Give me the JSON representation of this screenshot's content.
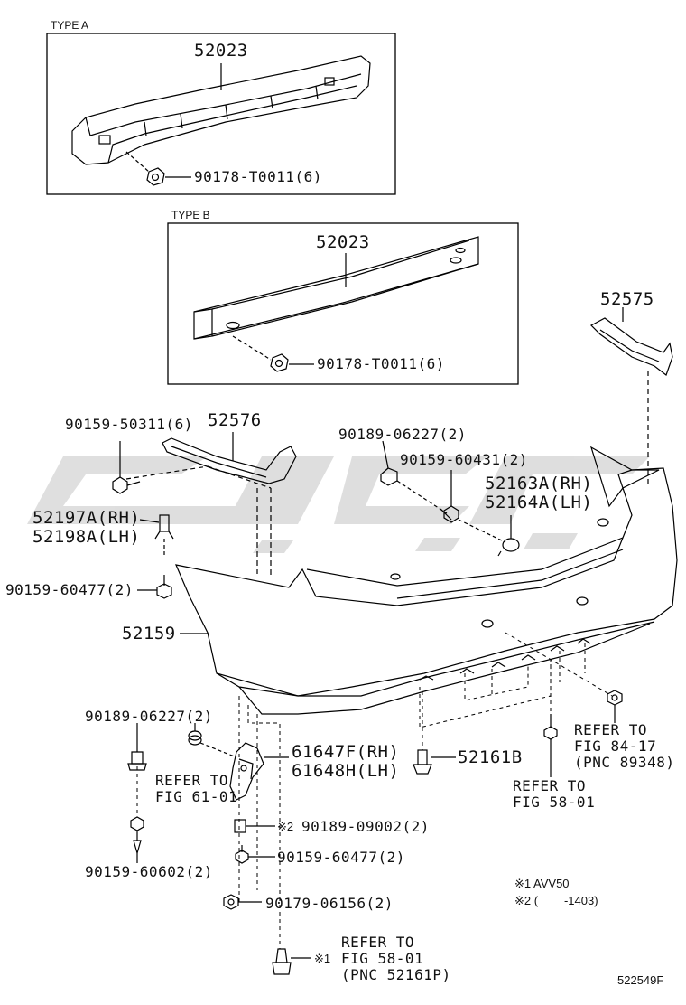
{
  "type_a": {
    "title": "TYPE A",
    "part": "52023",
    "fastener": "90178-T0011(6)"
  },
  "type_b": {
    "title": "TYPE B",
    "part": "52023",
    "fastener": "90178-T0011(6)"
  },
  "labels": {
    "bracket_rh": "52575",
    "bracket_lh": "52576",
    "screw_left_top": "90159-50311(6)",
    "retainer_pair": "52197A(RH)\n52198A(LH)",
    "screw_left_mid": "90159-60477(2)",
    "bumper_cover": "52159",
    "clip_top": "90189-06227(2)",
    "screw_center": "90159-60431(2)",
    "cover_pair": "52163A(RH)\n52164A(LH)",
    "clip_bottom_left": "90189-06227(2)",
    "bracket_pair": "61647F(RH)\n61648H(LH)",
    "refer_61": "REFER TO\nFIG 61-01",
    "grommet_note": "90189-09002(2)",
    "screw_bottom_left": "90159-60602(2)",
    "screw_bottom_mid": "90159-60477(2)",
    "nut_bottom": "90179-06156(2)",
    "clip_52161b": "52161B",
    "refer_58_mid": "REFER TO\nFIG 58-01",
    "refer_84": "REFER TO\nFIG 84-17\n(PNC 89348)",
    "refer_58_bottom": "REFER TO\nFIG 58-01\n(PNC 52161P)",
    "mark_1": "※1",
    "mark_2": "※2"
  },
  "notes": {
    "note1": "※1 AVV50",
    "note2": "※2 (        -1403)"
  },
  "figure_id": "522549F"
}
